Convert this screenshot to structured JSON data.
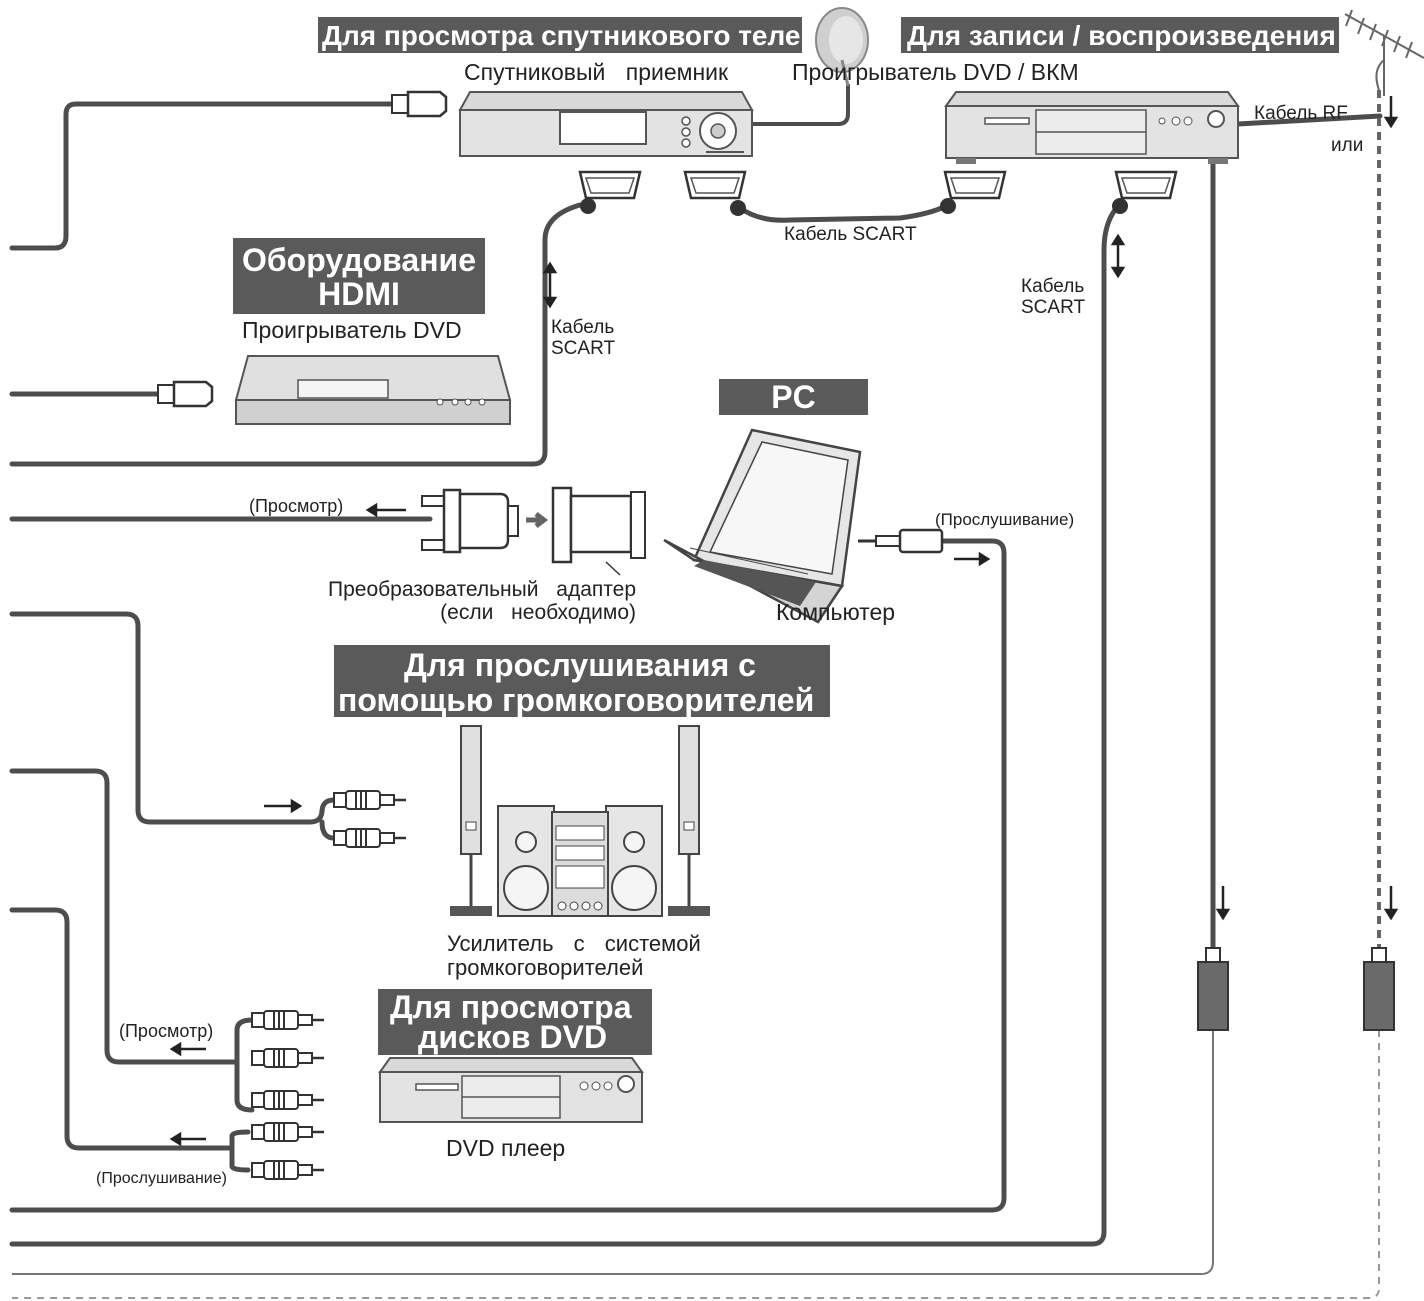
{
  "headings": {
    "satellite": "Для просмотра спутникового телевещания",
    "record": "Для записи / воспроизведения",
    "hdmi_line1": "Оборудование",
    "hdmi_line2": "HDMI",
    "pc": "PC",
    "speaker_line1": "Для прослушивания с",
    "speaker_line2": "помощью громкоговорителей",
    "dvd_line1": "Для просмотра",
    "dvd_line2": "дисков DVD"
  },
  "labels": {
    "sat_receiver": "Спутниковый приемник",
    "dvd_vcr": "Проигрыватель DVD / ВКМ",
    "rf_cable": "Кабель RF",
    "or": "или",
    "scart_cable_mid": "Кабель SCART",
    "scart_left_1": "Кабель",
    "scart_left_2": "SCART",
    "scart_right_1": "Кабель",
    "scart_right_2": "SCART",
    "hdmi_dvd_player": "Проигрыватель DVD",
    "view_pc": "(Просмотр)",
    "adapter_1": "Преобразовательный адаптер",
    "adapter_2": "(если необходимо)",
    "computer": "Компьютер",
    "listen_pc": "(Прослушивание)",
    "amp_1": "Усилитель с системой",
    "amp_2": "громкоговорителей",
    "view_dvd": "(Просмотр)",
    "listen_dvd": "(Прослушивание)",
    "dvd_player": "DVD плеер"
  }
}
